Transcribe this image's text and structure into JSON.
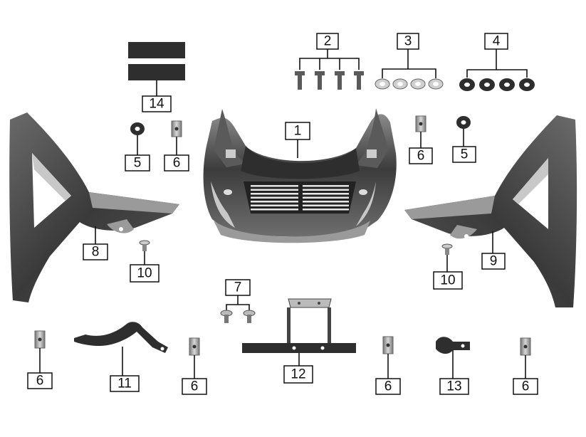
{
  "diagram": {
    "callouts": {
      "c1": "1",
      "c2": "2",
      "c3": "3",
      "c4": "4",
      "c5a": "5",
      "c5b": "5",
      "c6a": "6",
      "c6b": "6",
      "c6c": "6",
      "c6d": "6",
      "c6e": "6",
      "c6f": "6",
      "c7": "7",
      "c8": "8",
      "c9": "9",
      "c10a": "10",
      "c10b": "10",
      "c11": "11",
      "c12": "12",
      "c13": "13",
      "c14": "14"
    }
  }
}
